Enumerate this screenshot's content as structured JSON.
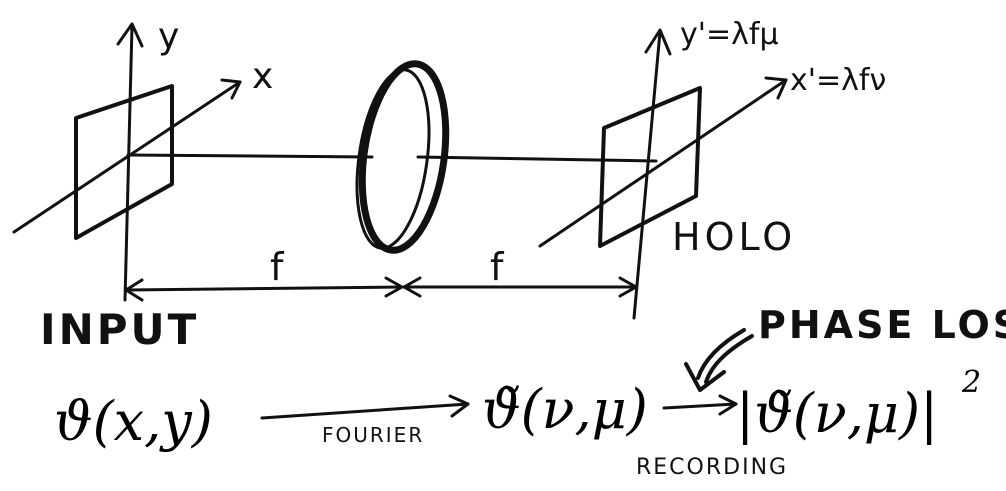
{
  "colors": {
    "ink": "#111111",
    "background": "#ffffff"
  },
  "input_plane": {
    "axis_y": "y",
    "axis_x": "x",
    "label": "INPUT"
  },
  "hologram_plane": {
    "axis_y": "y'=λfμ",
    "axis_x": "x'=λfν",
    "label": "HOLO"
  },
  "distances": {
    "left": "f",
    "right": "f"
  },
  "annotation": {
    "phase_loss": "PHASE LOSS"
  },
  "equation": {
    "input_field": "ϑ(x,y)",
    "fourier_label": "FOURIER",
    "fourier_field": "ϑ̃(ν,μ)",
    "recording_label": "RECORDING",
    "recorded_field": "|ϑ̃(ν,μ)|",
    "exponent": "2"
  }
}
